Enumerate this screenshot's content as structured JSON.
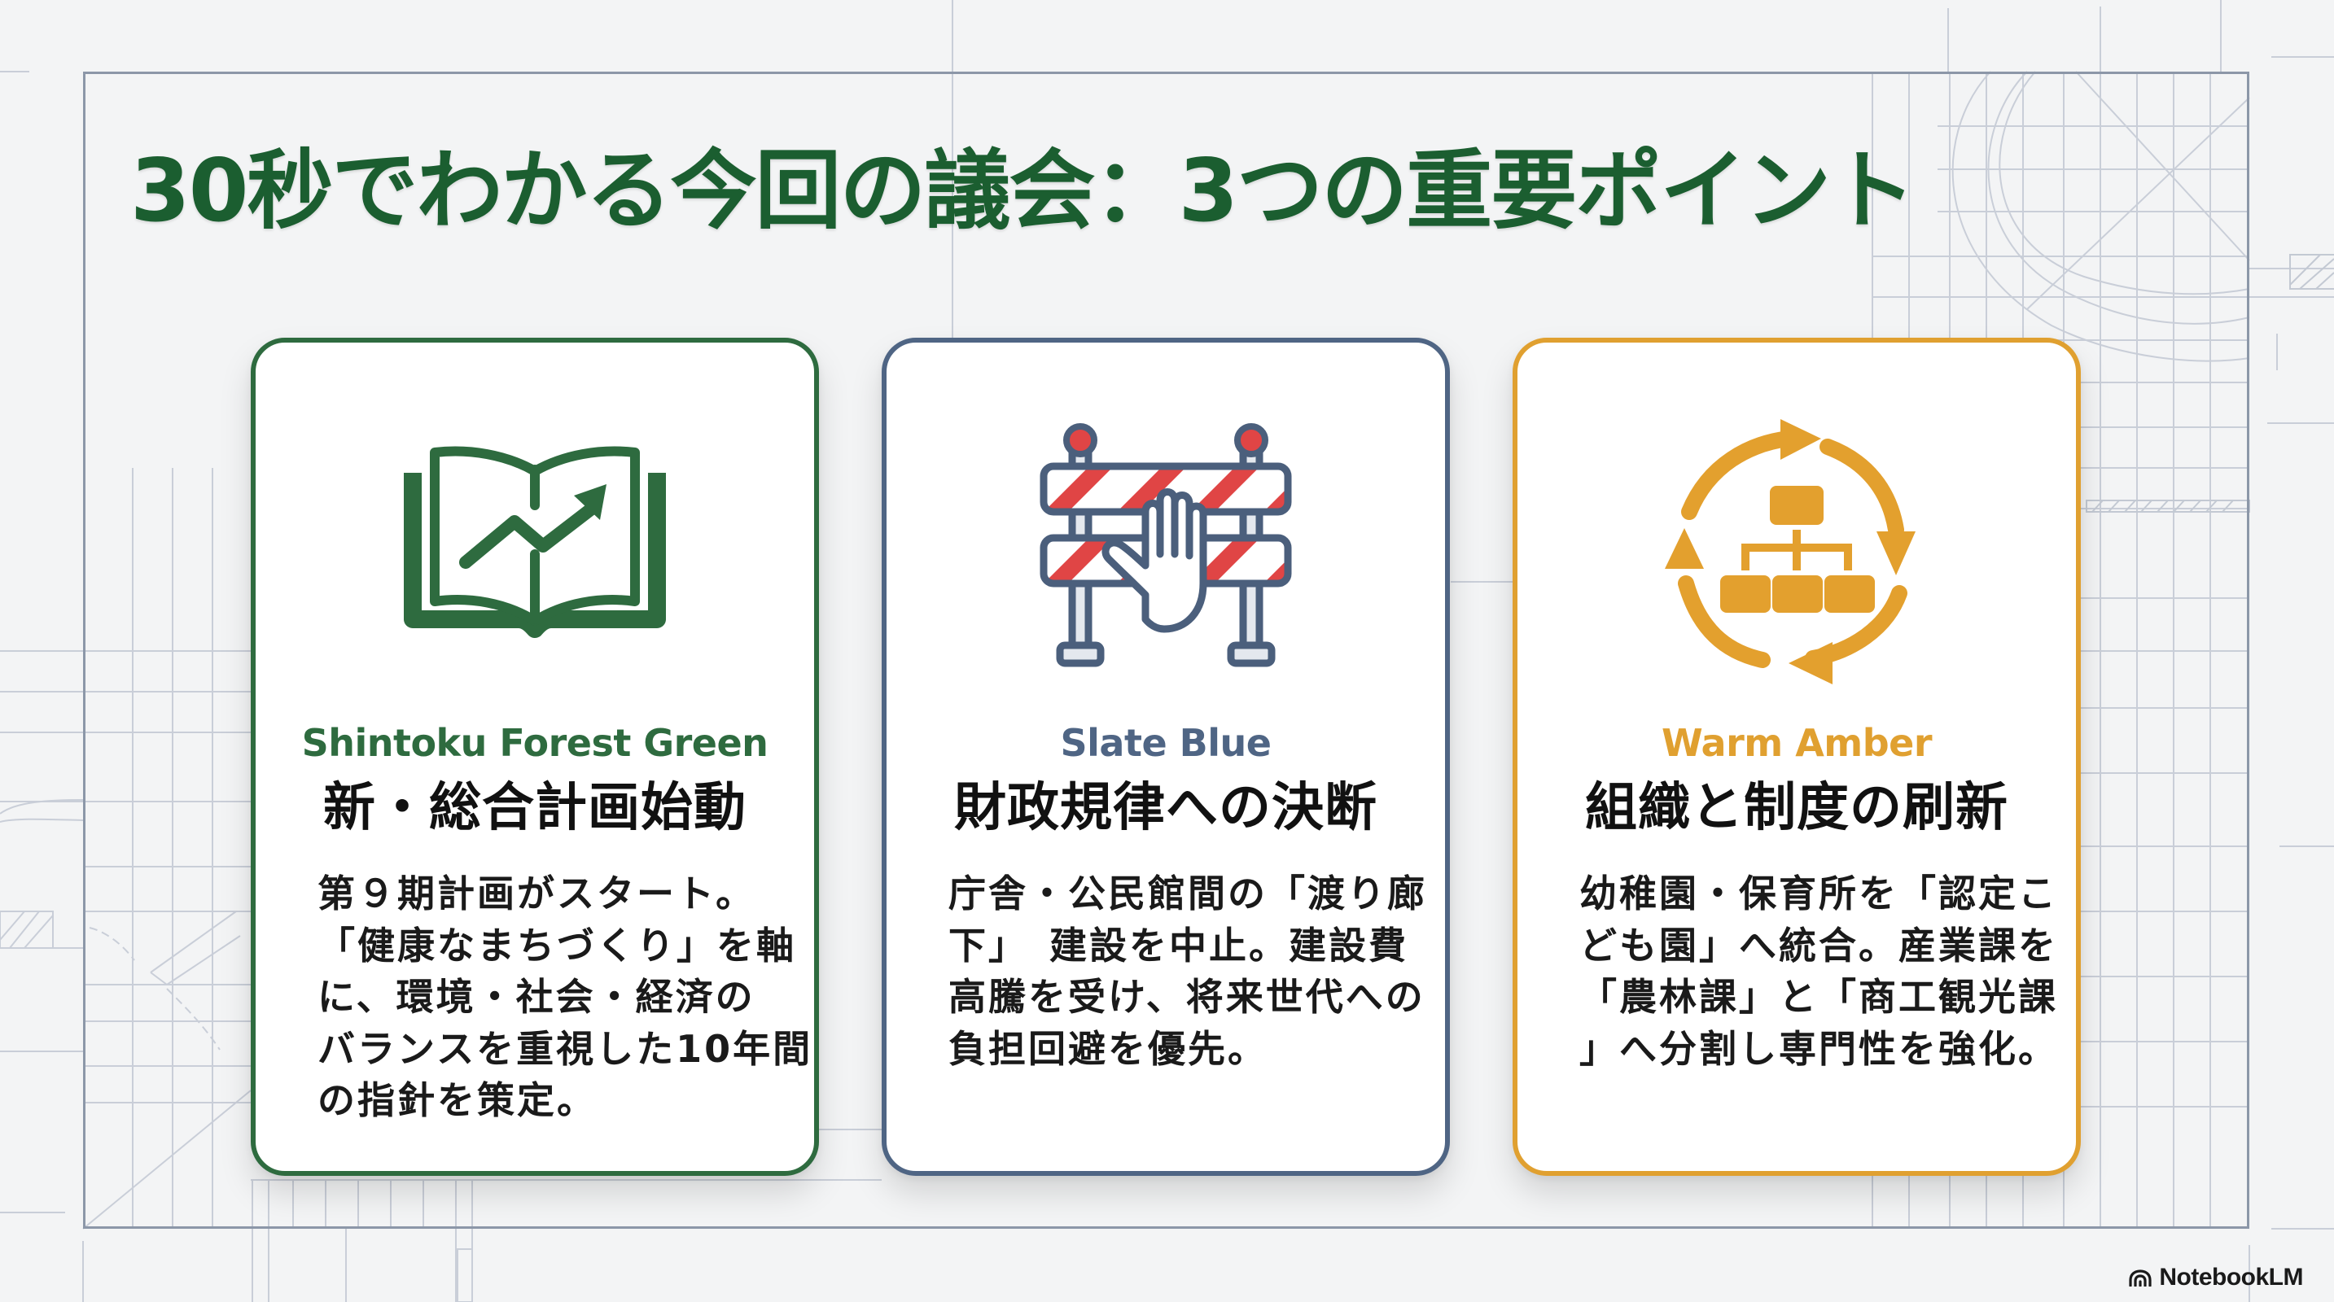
{
  "slide": {
    "title": "30秒でわかる今回の議会：3つの重要ポイント",
    "title_color": "#1b5e30",
    "frame_color": "#8c97a8",
    "background_color": "#f3f4f5"
  },
  "cards": [
    {
      "icon": "open-book-growth-chart-icon",
      "accent_label": "Shintoku Forest Green",
      "accent_color": "#2e6b3f",
      "heading": "新・総合計画始動",
      "body_lines": [
        "第９期計画がスタート。",
        "「健康なまちづくり」を軸",
        "に、環境・社会・経済の",
        "バランスを重視した10年間",
        "の指針を策定。"
      ]
    },
    {
      "icon": "road-barrier-stop-hand-icon",
      "accent_label": "Slate Blue",
      "accent_color": "#4f6584",
      "heading": "財政規律への決断",
      "body_lines": [
        "庁舎・公民館間の「渡り廊",
        "下」　建設を中止。建設費",
        "高騰を受け、将来世代への",
        "負担回避を優先。"
      ]
    },
    {
      "icon": "org-chart-cycle-arrows-icon",
      "accent_label": "Warm Amber",
      "accent_color": "#e0a030",
      "heading": "組織と制度の刷新",
      "body_lines": [
        "幼稚園・保育所を「認定こ",
        "ども園」へ統合。産業課を",
        "「農林課」と「商工観光課",
        "」へ分割し専門性を強化。"
      ]
    }
  ],
  "watermark": {
    "icon": "notebooklm-logo-icon",
    "label": "NotebookLM"
  }
}
